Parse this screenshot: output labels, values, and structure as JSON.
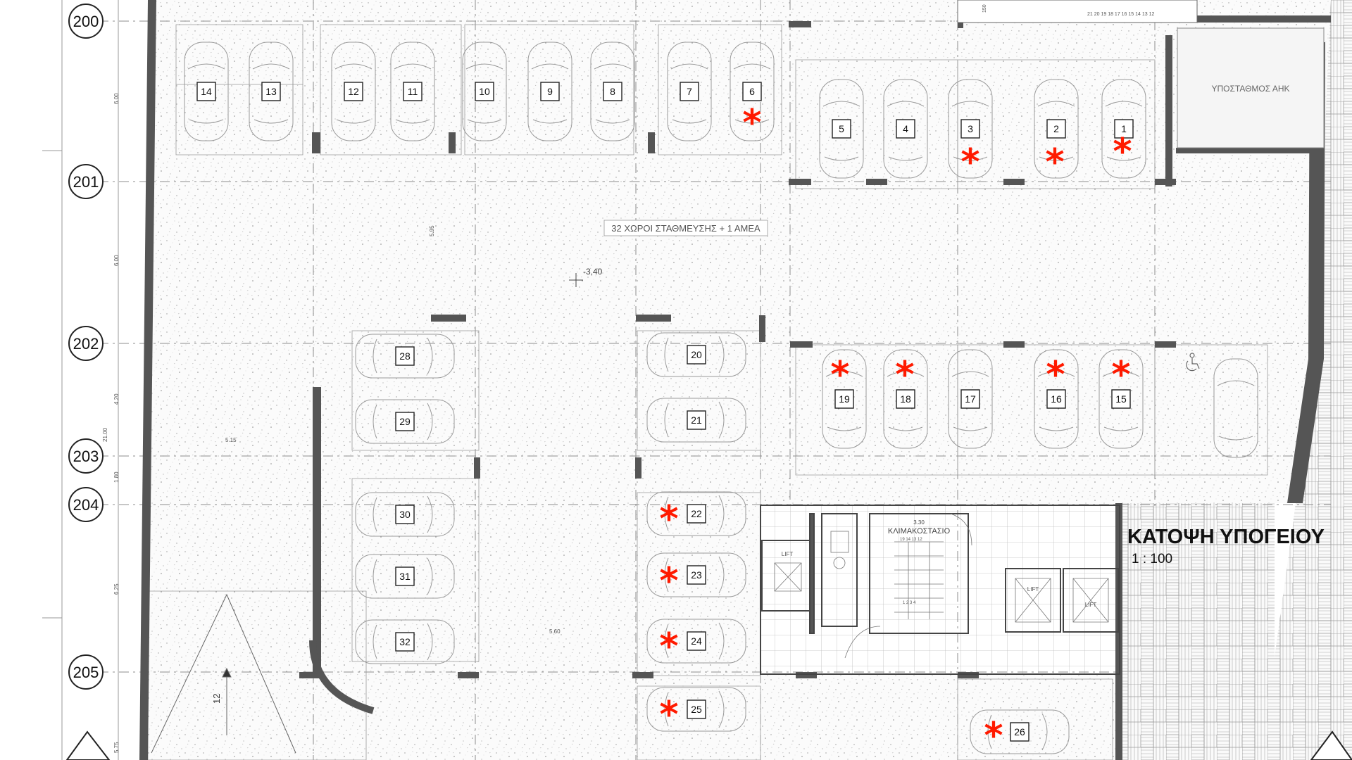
{
  "grid_rows": [
    "200",
    "201",
    "202",
    "203",
    "204",
    "205"
  ],
  "dimensions": {
    "d1": "6.00",
    "d2": "6.00",
    "d3": "4.20",
    "d4": "1.80",
    "d5": "6.25",
    "d6": "5.75",
    "d7": "21.00",
    "d8": "5.15",
    "d9": "5.95",
    "d10": "5.60",
    "d11": "150",
    "ramp_mark": "12"
  },
  "level": "-3,40",
  "parking_summary": "32 ΧΩΡΟΙ ΣΤΑΘΜΕΥΣΗΣ + 1 ΑΜΕΑ",
  "substation_label": "ΥΠΟΣΤΑΘΜΟΣ ΑΗΚ",
  "staircase": {
    "label": "ΚΛΙΜΑΚΟΣΤΑΣΙΟ",
    "width": "3.30",
    "steps_top": "21 20 19 18 17 16 15 14 13 12",
    "steps_mid": "19 14 13 12",
    "steps_bottom": "1 2 3 4"
  },
  "lift_labels": [
    "LIFT",
    "LIFT",
    "LIFT"
  ],
  "drawing_title": "ΚΑΤΟΨΗ ΥΠΟΓΕΙΟΥ",
  "drawing_scale": "1 : 100",
  "parking": [
    {
      "n": "14",
      "mark": false
    },
    {
      "n": "13",
      "mark": false
    },
    {
      "n": "12",
      "mark": false
    },
    {
      "n": "11",
      "mark": false
    },
    {
      "n": "10",
      "mark": false
    },
    {
      "n": "9",
      "mark": false
    },
    {
      "n": "8",
      "mark": false
    },
    {
      "n": "7",
      "mark": false
    },
    {
      "n": "6",
      "mark": true
    },
    {
      "n": "5",
      "mark": false
    },
    {
      "n": "4",
      "mark": false
    },
    {
      "n": "3",
      "mark": true
    },
    {
      "n": "2",
      "mark": true
    },
    {
      "n": "1",
      "mark": true
    },
    {
      "n": "19",
      "mark": true
    },
    {
      "n": "18",
      "mark": true
    },
    {
      "n": "17",
      "mark": false
    },
    {
      "n": "16",
      "mark": true
    },
    {
      "n": "15",
      "mark": true
    },
    {
      "n": "28",
      "mark": false
    },
    {
      "n": "29",
      "mark": false
    },
    {
      "n": "30",
      "mark": false
    },
    {
      "n": "31",
      "mark": false
    },
    {
      "n": "32",
      "mark": false
    },
    {
      "n": "20",
      "mark": false
    },
    {
      "n": "21",
      "mark": false
    },
    {
      "n": "22",
      "mark": true
    },
    {
      "n": "23",
      "mark": true
    },
    {
      "n": "24",
      "mark": true
    },
    {
      "n": "25",
      "mark": true
    },
    {
      "n": "26",
      "mark": true
    }
  ],
  "colors": {
    "mark": "#ff1a00",
    "wall": "#555555",
    "line": "#777777",
    "bg": "#ffffff"
  }
}
